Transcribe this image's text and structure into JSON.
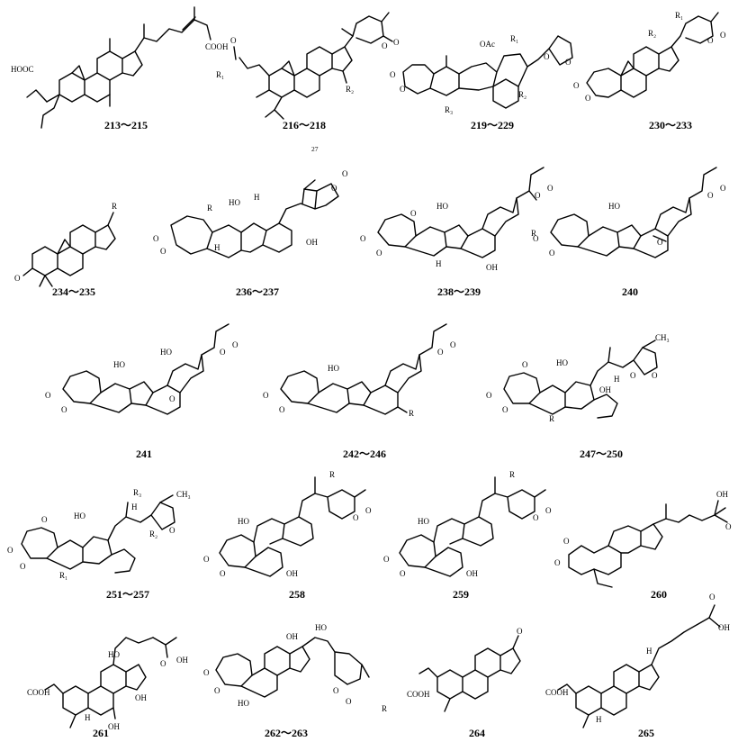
{
  "compounds": [
    {
      "label": "213～215",
      "atoms": [
        "HOOC",
        "COOH"
      ]
    },
    {
      "label": "216～218",
      "atoms": [
        "O",
        "O",
        "O",
        "R₁",
        "R₂"
      ]
    },
    {
      "label": "219～229",
      "atoms": [
        "OAc",
        "O",
        "O",
        "O",
        "O",
        "R₁",
        "R₂",
        "R₃"
      ]
    },
    {
      "label": "230～233",
      "atoms": [
        "R₁",
        "R₂",
        "O",
        "O",
        "O",
        "O"
      ]
    },
    {
      "label": "234～235",
      "atoms": [
        "R",
        "O"
      ]
    },
    {
      "label": "236～237",
      "atoms": [
        "R",
        "HO",
        "O",
        "O",
        "O",
        "O",
        "H",
        "H",
        "OH"
      ]
    },
    {
      "label": "238～239",
      "atoms": [
        "HO",
        "O",
        "O",
        "O",
        "O",
        "O",
        "H",
        "OH",
        "R"
      ]
    },
    {
      "label": "240",
      "atoms": [
        "HO",
        "O",
        "O",
        "O",
        "O",
        "O"
      ]
    },
    {
      "label": "241",
      "atoms": [
        "HO",
        "HO",
        "O",
        "O",
        "O",
        "O",
        "O"
      ]
    },
    {
      "label": "242～246",
      "atoms": [
        "HO",
        "O",
        "O",
        "O",
        "O",
        "R"
      ]
    },
    {
      "label": "247～250",
      "atoms": [
        "O",
        "O",
        "O",
        "O",
        "O",
        "HO",
        "OH",
        "H",
        "R",
        "CH₃"
      ]
    },
    {
      "label": "251～257",
      "atoms": [
        "HO",
        "O",
        "O",
        "O",
        "O",
        "R₁",
        "R₂",
        "R₃",
        "H",
        "CH₃"
      ]
    },
    {
      "label": "258",
      "atoms": [
        "HO",
        "R",
        "O",
        "O",
        "O",
        "O",
        "OH"
      ]
    },
    {
      "label": "259",
      "atoms": [
        "HO",
        "R",
        "O",
        "O",
        "O",
        "O",
        "OH"
      ]
    },
    {
      "label": "260",
      "atoms": [
        "O",
        "O",
        "OH",
        "O"
      ]
    },
    {
      "label": "261",
      "atoms": [
        "HO",
        "OH",
        "O",
        "COOH",
        "H",
        "OH",
        "OH"
      ]
    },
    {
      "label": "262～263",
      "atoms": [
        "OH",
        "HO",
        "O",
        "O",
        "HO",
        "O",
        "O",
        "R"
      ]
    },
    {
      "label": "264",
      "atoms": [
        "O",
        "COOH"
      ]
    },
    {
      "label": "265",
      "atoms": [
        "H",
        "OH",
        "O",
        "COOH",
        "H"
      ]
    }
  ]
}
